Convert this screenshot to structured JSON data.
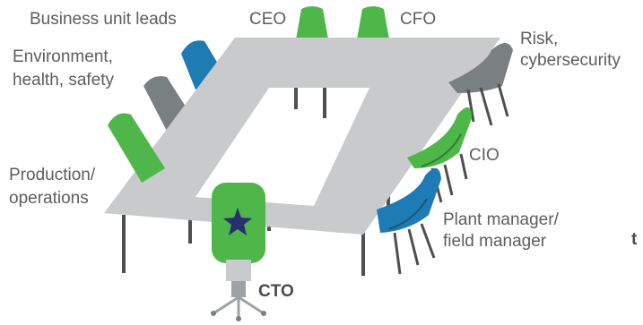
{
  "labels": {
    "business_unit_leads": "Business unit leads",
    "ceo": "CEO",
    "cfo": "CFO",
    "risk": "Risk,",
    "cybersecurity": "cybersecurity",
    "environment": "Environment,",
    "health_safety": "health, safety",
    "cio": "CIO",
    "production": "Production/",
    "operations": "operations",
    "plant_manager": "Plant manager/",
    "field_manager": "field manager",
    "cto": "CTO",
    "edge_text": "t"
  },
  "colors": {
    "green": "#4fb649",
    "blue": "#1f7bb3",
    "gray": "#7a7f82",
    "table": "#c9cacb",
    "star": "#2a2f6e",
    "text": "#5d5d5d"
  },
  "icons": {
    "cto_chair_mark": "star-icon"
  }
}
